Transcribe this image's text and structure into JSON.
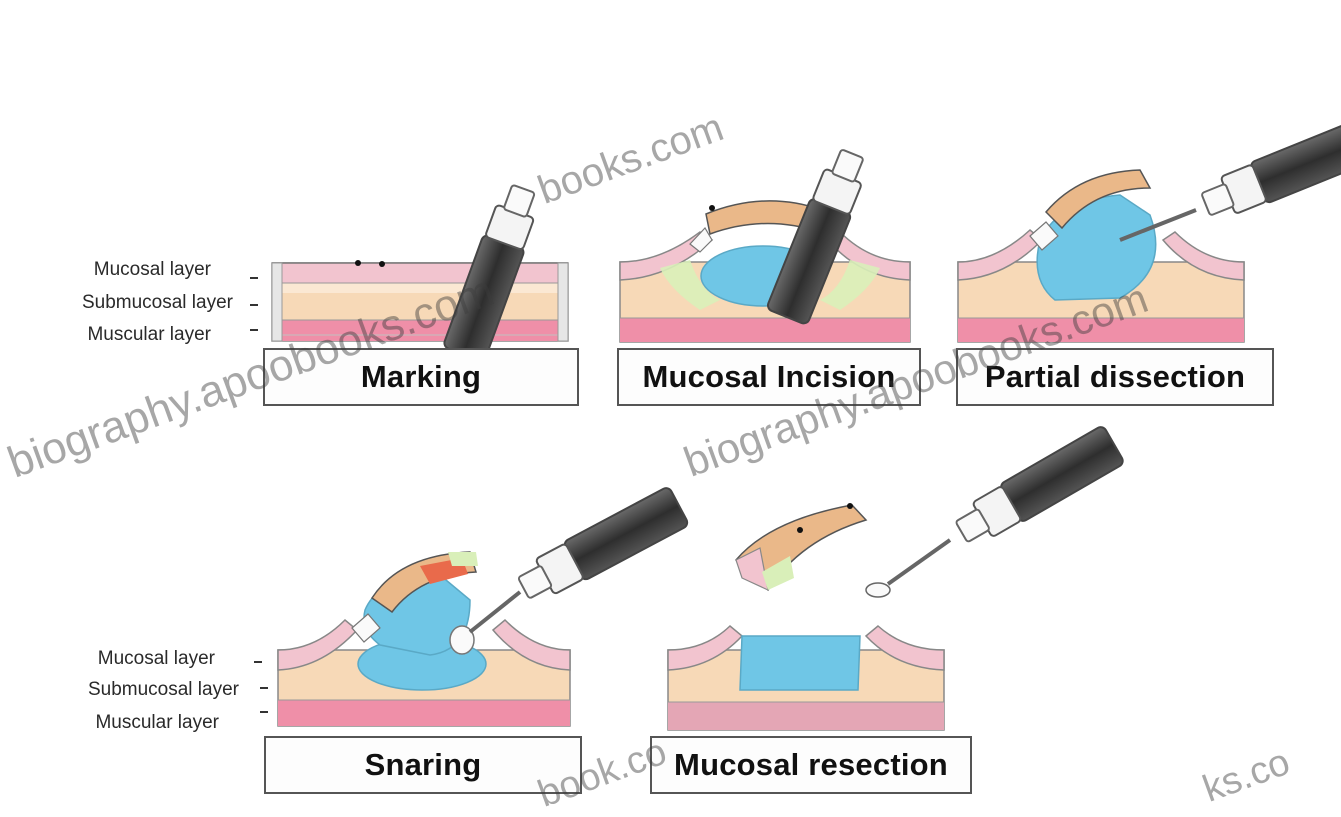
{
  "panels": {
    "marking": {
      "caption": "Marking"
    },
    "mucosal_incision": {
      "caption": "Mucosal Incision"
    },
    "partial_dissection": {
      "caption": "Partial dissection"
    },
    "snaring": {
      "caption": "Snaring"
    },
    "mucosal_resection": {
      "caption": "Mucosal  resection"
    }
  },
  "layer_labels_top": {
    "mucosal": "Mucosal layer",
    "submucosal": "Submucosal layer",
    "muscular": "Muscular layer"
  },
  "layer_labels_bottom": {
    "mucosal": "Mucosal layer",
    "submucosal": "Submucosal layer",
    "muscular": "Muscular layer"
  },
  "watermarks": {
    "w1": "biography.apoobooks.com",
    "w2": "biography.apoobooks.com",
    "w3": "books.com",
    "w4": "book.co",
    "w5": "ks.co"
  },
  "colors": {
    "mucosa": "#f2c4cf",
    "submucosa": "#f7d9b7",
    "muscle": "#ef8fa8",
    "fluid": "#6fc6e6",
    "specimen": "#eab889",
    "scope_dark": "#3c3c3c",
    "outline": "#777777"
  }
}
